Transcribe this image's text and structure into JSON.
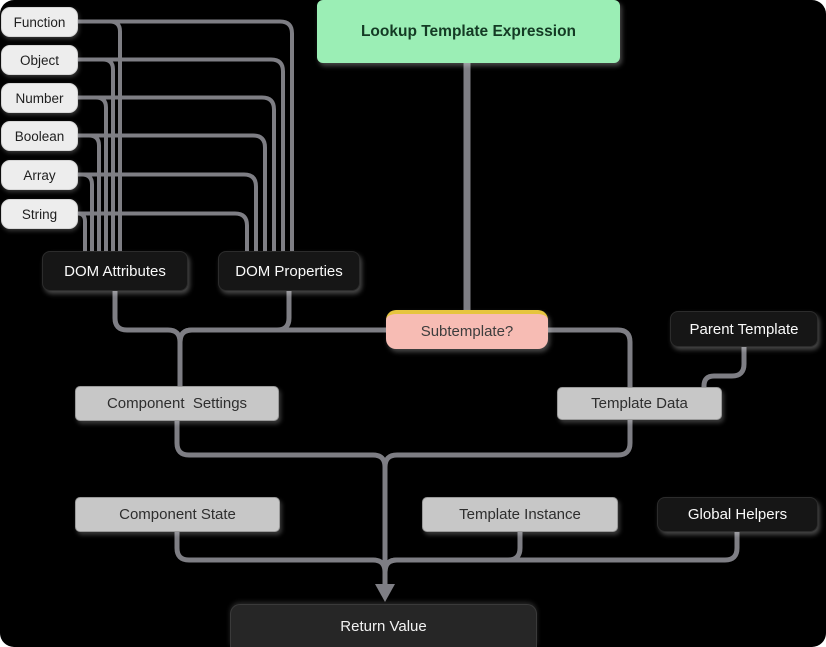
{
  "diagram": {
    "types": [
      "Function",
      "Object",
      "Number",
      "Boolean",
      "Array",
      "String"
    ],
    "nodes": {
      "lookup": "Lookup Template Expression",
      "dom_attributes": "DOM Attributes",
      "dom_properties": "DOM Properties",
      "subtemplate": "Subtemplate?",
      "parent_template": "Parent Template",
      "component_settings": "Component  Settings",
      "template_data": "Template Data",
      "component_state": "Component State",
      "template_instance": "Template Instance",
      "global_helpers": "Global Helpers",
      "return_value": "Return Value"
    },
    "colors": {
      "background": "#000000",
      "edge": "#7e7e84",
      "lookup_bg": "#9beeb5",
      "lookup_text": "#143a24",
      "subtemplate_bg": "#f7bcb4",
      "subtemplate_accent": "#e6c53e",
      "gray_bg": "#c7c7c7",
      "dark_bg": "#161616",
      "light_bg": "#ededed",
      "return_bg": "#262626"
    }
  }
}
